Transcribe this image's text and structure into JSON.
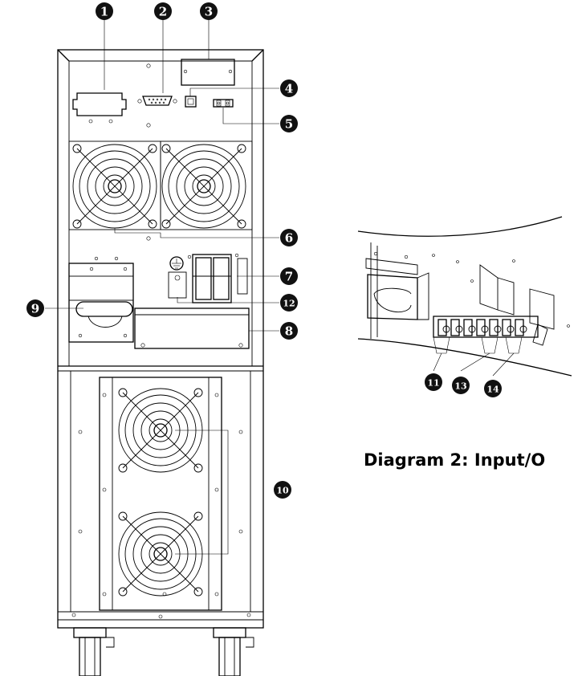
{
  "caption": "Diagram 2: Input/O",
  "callouts": [
    "1",
    "2",
    "3",
    "4",
    "5",
    "6",
    "7",
    "8",
    "9",
    "10",
    "11",
    "12",
    "13",
    "14"
  ]
}
